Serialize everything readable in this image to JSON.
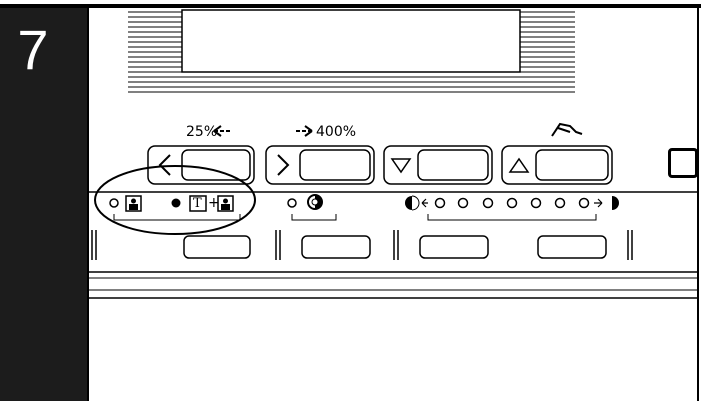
{
  "step": {
    "number": "7"
  },
  "zoom_keys": {
    "reduce_label": "25%",
    "enlarge_label": "400%"
  },
  "icons": {
    "reduce_arrow": "left-dashed-arrow-icon",
    "enlarge_arrow": "right-dashed-arrow-icon",
    "manual_hand": "hand-icon",
    "enter": "enter-icon",
    "photo_mode": "photo-icon",
    "text_photo_mode": "text-photo-icon",
    "auto_exposure": "auto-exposure-icon",
    "light": "light-half-moon-icon",
    "dark": "dark-half-moon-icon"
  },
  "image_mode": {
    "text_symbol": "T",
    "plus_symbol": "+",
    "selected": "text-photo"
  },
  "exposure": {
    "levels": 7,
    "selected_level": null
  },
  "colors": {
    "ink": "#000000",
    "step_bar": "#1c1c1c",
    "paper": "#ffffff"
  }
}
